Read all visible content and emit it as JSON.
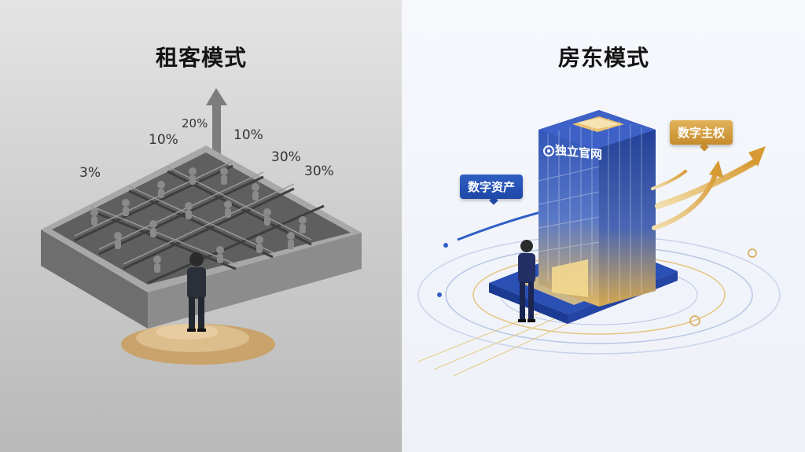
{
  "left_panel": {
    "title": "租客模式",
    "percent_labels": [
      "3%",
      "10%",
      "20%",
      "10%",
      "30%",
      "30%"
    ]
  },
  "right_panel": {
    "title": "房东模式",
    "tag_digital_asset": "数字资产",
    "tag_digital_sovereignty": "数字主权",
    "building_sign": "独立官网"
  },
  "colors": {
    "left_background": "#c9c9c9",
    "right_background": "#f3f5fa",
    "brand_blue": "#1e47a6",
    "gold": "#d9a54a",
    "sand": "#d4b07a"
  },
  "icons": [
    "arrow-up-icon",
    "growth-arrow-icon",
    "building-logo-icon"
  ]
}
